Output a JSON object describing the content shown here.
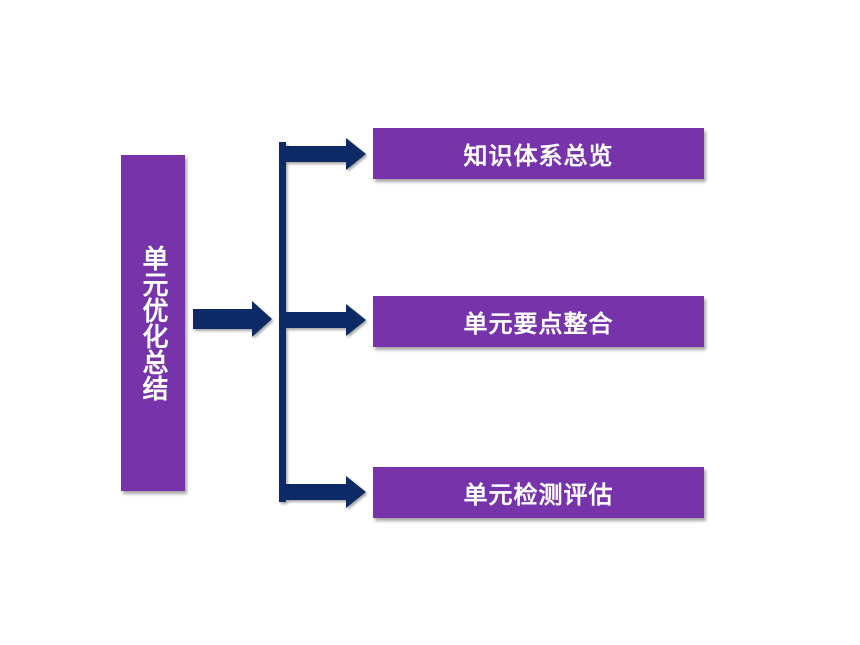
{
  "diagram": {
    "root": {
      "label": "单元优化总结"
    },
    "branches": [
      {
        "label": "知识体系总览"
      },
      {
        "label": "单元要点整合"
      },
      {
        "label": "单元检测评估"
      }
    ],
    "colors": {
      "box_fill": "#7733aa",
      "box_text": "#ffffff",
      "connector": "#0e2a66"
    }
  }
}
